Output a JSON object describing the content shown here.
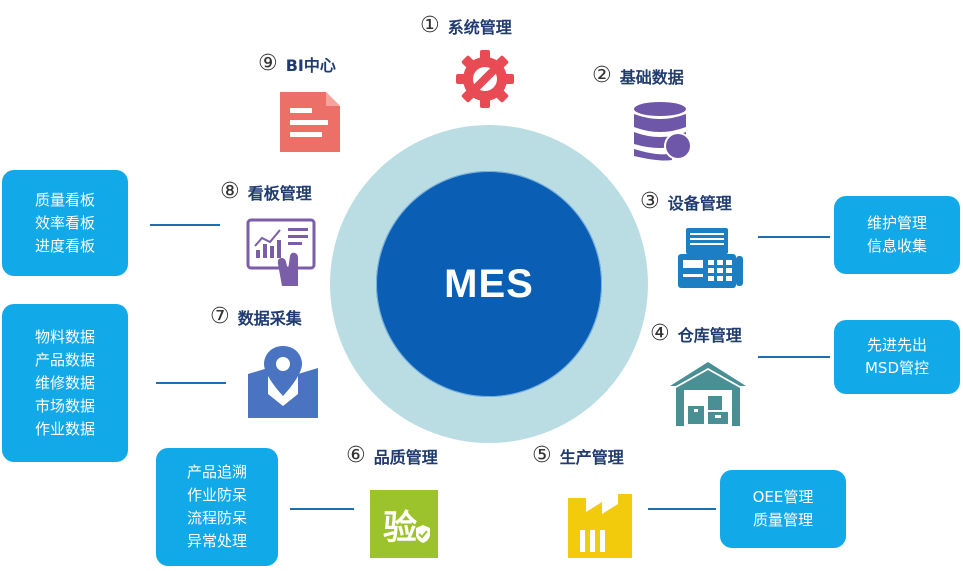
{
  "center": {
    "label": "MES"
  },
  "modules": [
    {
      "num": "①",
      "title": "系统管理",
      "icon": "gear-wrench-icon",
      "color": "#e84b53"
    },
    {
      "num": "②",
      "title": "基础数据",
      "icon": "database-icon",
      "color": "#6e56a8"
    },
    {
      "num": "③",
      "title": "设备管理",
      "icon": "fax-machine-icon",
      "color": "#1c7fc3"
    },
    {
      "num": "④",
      "title": "仓库管理",
      "icon": "warehouse-icon",
      "color": "#4a8f94"
    },
    {
      "num": "⑤",
      "title": "生产管理",
      "icon": "factory-icon",
      "color": "#f2cb0c"
    },
    {
      "num": "⑥",
      "title": "品质管理",
      "icon": "verify-badge-icon",
      "color": "#9cc32b",
      "icon_char": "验"
    },
    {
      "num": "⑦",
      "title": "数据采集",
      "icon": "map-pin-icon",
      "color": "#4a74c1"
    },
    {
      "num": "⑧",
      "title": "看板管理",
      "icon": "touch-dashboard-icon",
      "color": "#7a5ea8"
    },
    {
      "num": "⑨",
      "title": "BI中心",
      "icon": "document-icon",
      "color": "#ec7068"
    }
  ],
  "details": {
    "equipment": [
      "维护管理",
      "信息收集"
    ],
    "warehouse": [
      "先进先出",
      "MSD管控"
    ],
    "production": [
      "OEE管理",
      "质量管理"
    ],
    "quality": [
      "产品追溯",
      "作业防呆",
      "流程防呆",
      "异常处理"
    ],
    "collection": [
      "物料数据",
      "产品数据",
      "维修数据",
      "市场数据",
      "作业数据"
    ],
    "kanban": [
      "质量看板",
      "效率看板",
      "进度看板"
    ]
  }
}
